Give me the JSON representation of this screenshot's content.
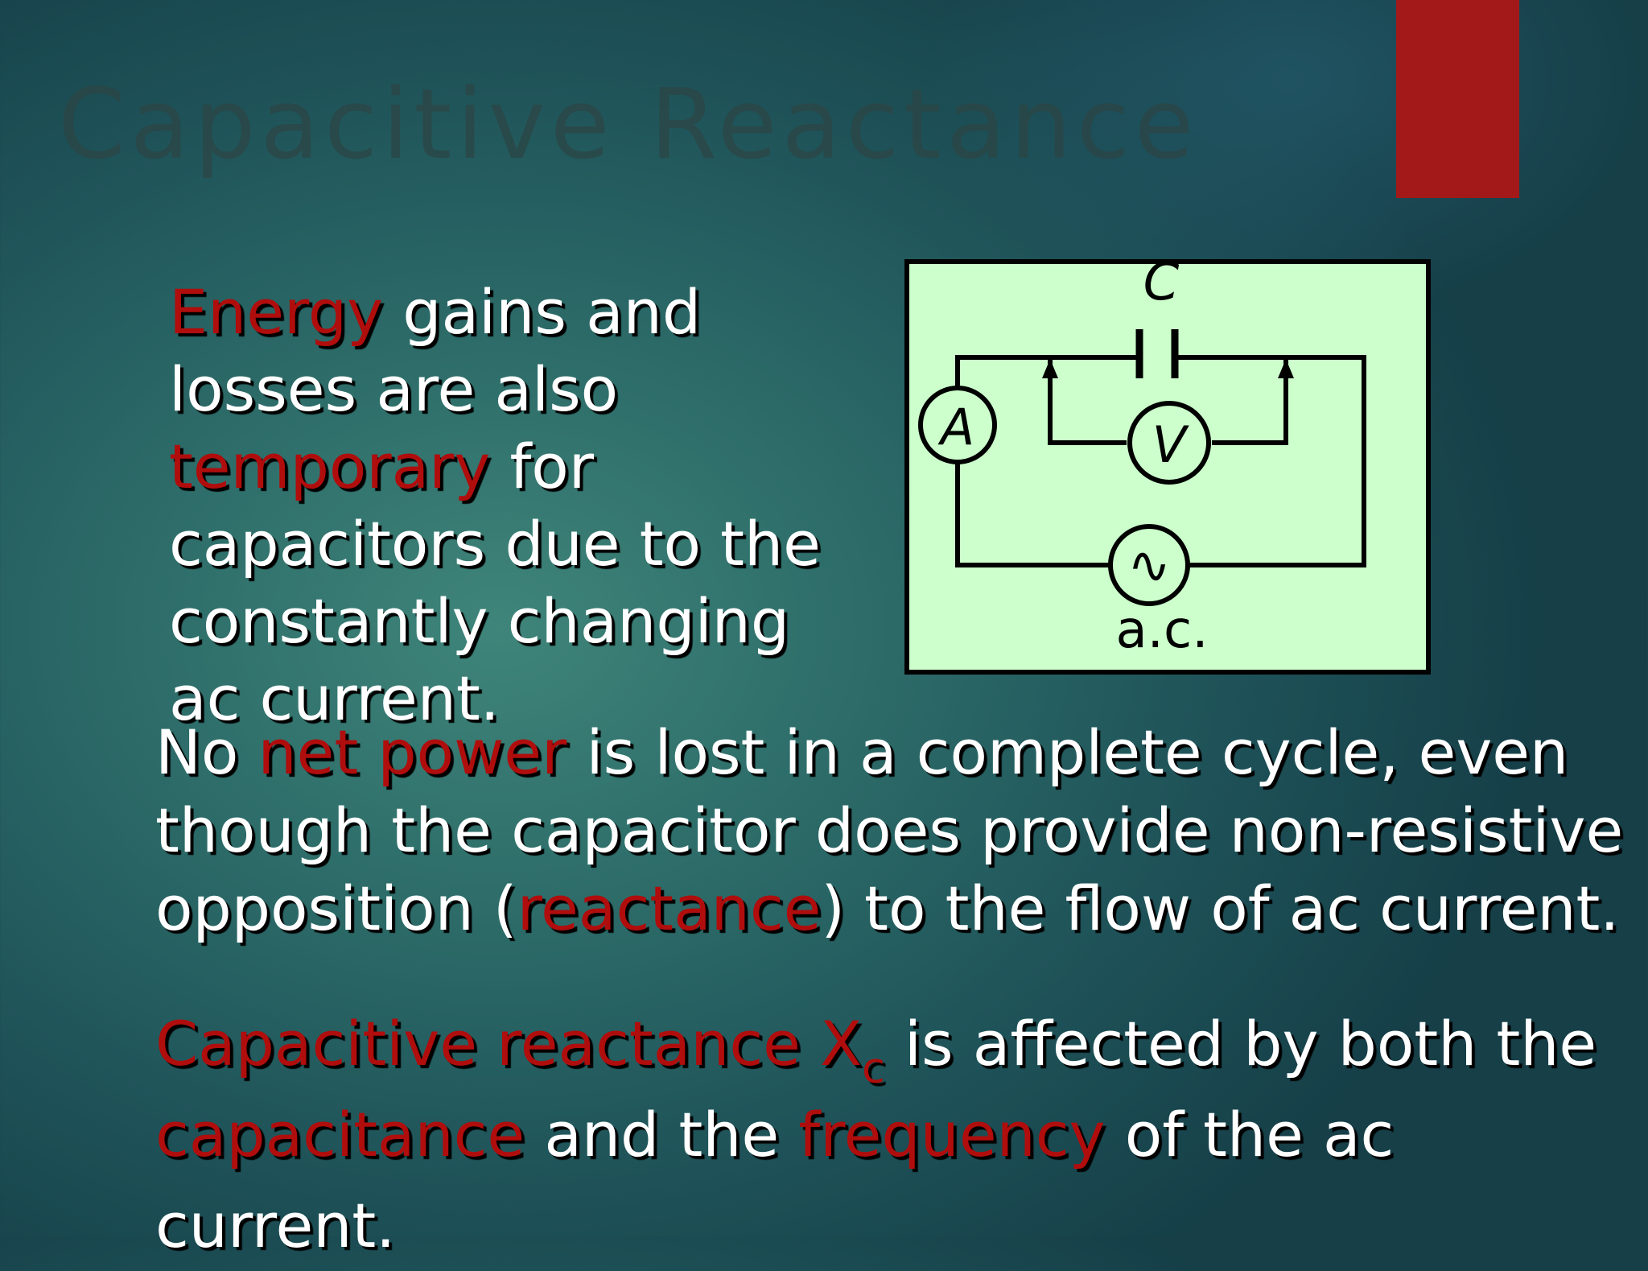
{
  "slide": {
    "title": "Capacitive Reactance",
    "accent_color": "#a3191a",
    "highlight_color": "#b00d0d"
  },
  "para1": {
    "energy": "Energy",
    "gains_and": " gains and ",
    "losses_are_also": "losses are also ",
    "temporary": "temporary",
    "rest": " for capacitors due to the constantly changing ac current."
  },
  "para2": {
    "no": "No ",
    "net_power": "net power",
    "middle": " is lost in a complete cycle, even though the capacitor does provide non-resistive opposition (",
    "reactance": "reactance",
    "end": ") to the flow of ac current."
  },
  "para3": {
    "cap_reactance": "Capacitive reactance X",
    "sub_c": "c",
    "affected": " is affected by both the ",
    "capacitance": "capacitance",
    "and_the": " and the ",
    "frequency": "frequency",
    "end": " of the ac current."
  },
  "diagram": {
    "capacitor_label": "C",
    "ammeter_label": "A",
    "voltmeter_label": "V",
    "source_label": "a.c.",
    "source_symbol": "∿",
    "background_color": "#ccffcc"
  }
}
